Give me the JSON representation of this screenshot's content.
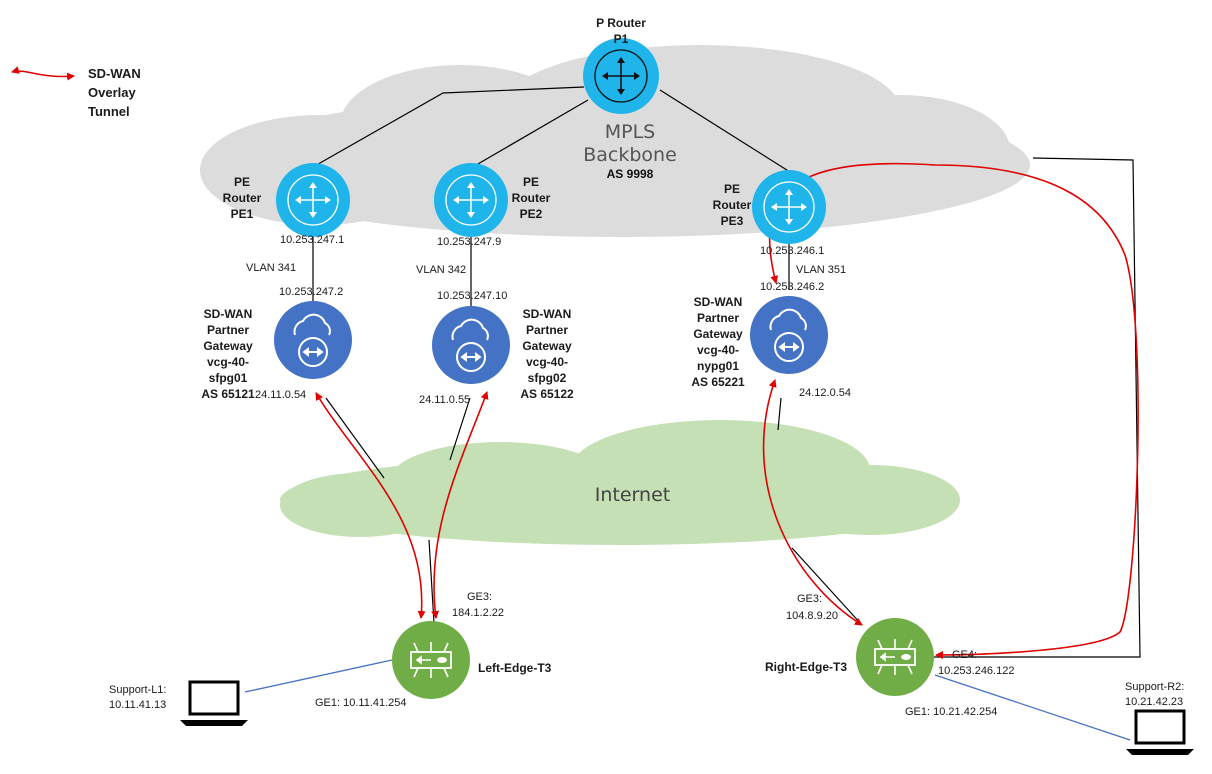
{
  "legend": {
    "label": "SD-WAN Overlay Tunnel"
  },
  "clouds": {
    "mpls": {
      "line1": "MPLS",
      "line2": "Backbone",
      "asn": "AS 9998"
    },
    "internet": {
      "label": "Internet"
    }
  },
  "p_router": {
    "line1": "P Router",
    "line2": "P1"
  },
  "pe1": {
    "line1": "PE",
    "line2": "Router",
    "line3": "PE1",
    "ip_up": "10.253.247.1",
    "vlan": "VLAN  341",
    "ip_down": "10.253.247.2"
  },
  "pe2": {
    "line1": "PE",
    "line2": "Router",
    "line3": "PE2",
    "ip_up": "10.253.247.9",
    "vlan": "VLAN  342",
    "ip_down": "10.253.247.10"
  },
  "pe3": {
    "line1": "PE",
    "line2": "Router",
    "line3": "PE3",
    "ip_up": "10.253.246.1",
    "vlan": "VLAN  351",
    "ip_down": "10.253.246.2"
  },
  "gw1": {
    "lines": [
      "SD-WAN",
      "Partner",
      "Gateway",
      "vcg-40-",
      "sfpg01",
      "AS 65121"
    ],
    "wan_ip": "24.11.0.54"
  },
  "gw2": {
    "lines": [
      "SD-WAN",
      "Partner",
      "Gateway",
      "vcg-40-",
      "sfpg02",
      "AS 65122"
    ],
    "wan_ip": "24.11.0.55"
  },
  "gw3": {
    "lines": [
      "SD-WAN",
      "Partner",
      "Gateway",
      "vcg-40-",
      "nypg01",
      "AS 65221"
    ],
    "wan_ip": "24.12.0.54"
  },
  "left_edge": {
    "name": "Left-Edge-T3",
    "ge3_label": "GE3:",
    "ge3_ip": "184.1.2.22",
    "ge1": "GE1: 10.11.41.254"
  },
  "right_edge": {
    "name": "Right-Edge-T3",
    "ge3_label": "GE3:",
    "ge3_ip": "104.8.9.20",
    "ge4_label": "GE4:",
    "ge4_ip": "10.253.246.122",
    "ge1": "GE1: 10.21.42.254"
  },
  "support_l1": {
    "name": "Support-L1:",
    "ip": "10.11.41.13"
  },
  "support_r2": {
    "name": "Support-R2:",
    "ip": "10.21.42.23"
  },
  "colors": {
    "router": "#1fb4ea",
    "gateway": "#4472c4",
    "edge": "#70ad47",
    "tunnel": "#e00000",
    "mpls_cloud": "#dcdcdc",
    "internet_cloud": "#c5e0b4",
    "lan_link": "#4472c4"
  }
}
